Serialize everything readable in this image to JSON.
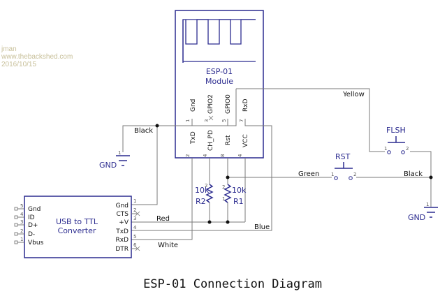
{
  "credits": {
    "author": "jman",
    "website": "www.thebackshed.com",
    "date": "2016/10/15"
  },
  "title": "ESP-01 Connection Diagram",
  "esp01": {
    "name_line1": "ESP-01",
    "name_line2": "Module",
    "top_pins": [
      {
        "num": "1",
        "name": "Gnd"
      },
      {
        "num": "3",
        "name": "GPIO2",
        "no_connect": true
      },
      {
        "num": "5",
        "name": "GPIO0"
      },
      {
        "num": "7",
        "name": "RxD"
      }
    ],
    "bottom_pins": [
      {
        "num": "2",
        "name": "TxD"
      },
      {
        "num": "4",
        "name": "CH_PD"
      },
      {
        "num": "8",
        "name": "Rst"
      },
      {
        "num": "4",
        "name": "VCC"
      }
    ]
  },
  "usb_ttl": {
    "name_line1": "USB to TTL",
    "name_line2": "Converter",
    "left_pins": [
      {
        "num": "5",
        "name": "Gnd"
      },
      {
        "num": "4",
        "name": "ID"
      },
      {
        "num": "3",
        "name": "D+"
      },
      {
        "num": "2",
        "name": "D-"
      },
      {
        "num": "1",
        "name": "Vbus"
      }
    ],
    "right_pins": [
      {
        "num": "1",
        "name": "Gnd"
      },
      {
        "num": "2",
        "name": "CTS",
        "no_connect": true
      },
      {
        "num": "3",
        "name": "+V"
      },
      {
        "num": "4",
        "name": "TxD"
      },
      {
        "num": "5",
        "name": "RxD"
      },
      {
        "num": "6",
        "name": "DTR",
        "no_connect": true
      }
    ]
  },
  "resistors": [
    {
      "ref": "R2",
      "value": "10k",
      "pin_top": "2",
      "pin_bottom": "1"
    },
    {
      "ref": "R1",
      "value": "10k",
      "pin_top": "2",
      "pin_bottom": "1"
    }
  ],
  "switches": [
    {
      "ref": "RST",
      "pin1": "1",
      "pin2": "2"
    },
    {
      "ref": "FLSH",
      "pin1": "1",
      "pin2": "2"
    }
  ],
  "grounds": [
    {
      "label": "GND",
      "pin": "1"
    },
    {
      "label": "GND",
      "pin": "1"
    }
  ],
  "wire_labels": {
    "black_left": "Black",
    "red": "Red",
    "blue": "Blue",
    "white": "White",
    "yellow": "Yellow",
    "green": "Green",
    "black_right": "Black"
  }
}
